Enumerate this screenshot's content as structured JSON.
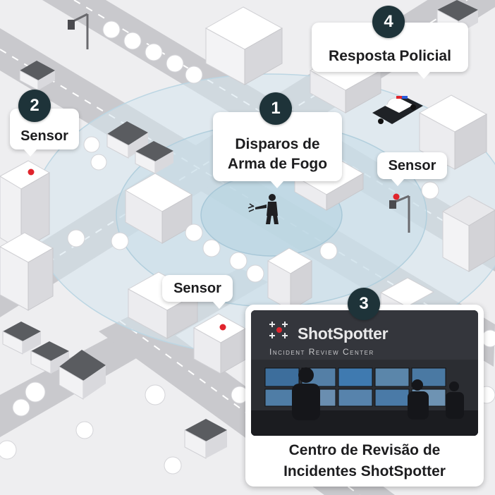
{
  "callouts": {
    "gunfire": {
      "number": "1",
      "line1": "Disparos de",
      "line2": "Arma de Fogo"
    },
    "sensor_left": {
      "number": "2",
      "label": "Sensor"
    },
    "sensor_right": {
      "label": "Sensor"
    },
    "sensor_center": {
      "label": "Sensor"
    },
    "review": {
      "number": "3",
      "line1": "Centro de Revisão de",
      "line2": "Incidentes ShotSpotter"
    },
    "police": {
      "number": "4",
      "label": "Resposta Policial"
    }
  },
  "photo": {
    "brand": "ShotSpotter",
    "subtitle": "Incident Review Center"
  },
  "colors": {
    "badge": "#1e3339",
    "sensor_light": "#e0242c",
    "ring": "#bcd6e3",
    "road": "#c6c6ca"
  }
}
